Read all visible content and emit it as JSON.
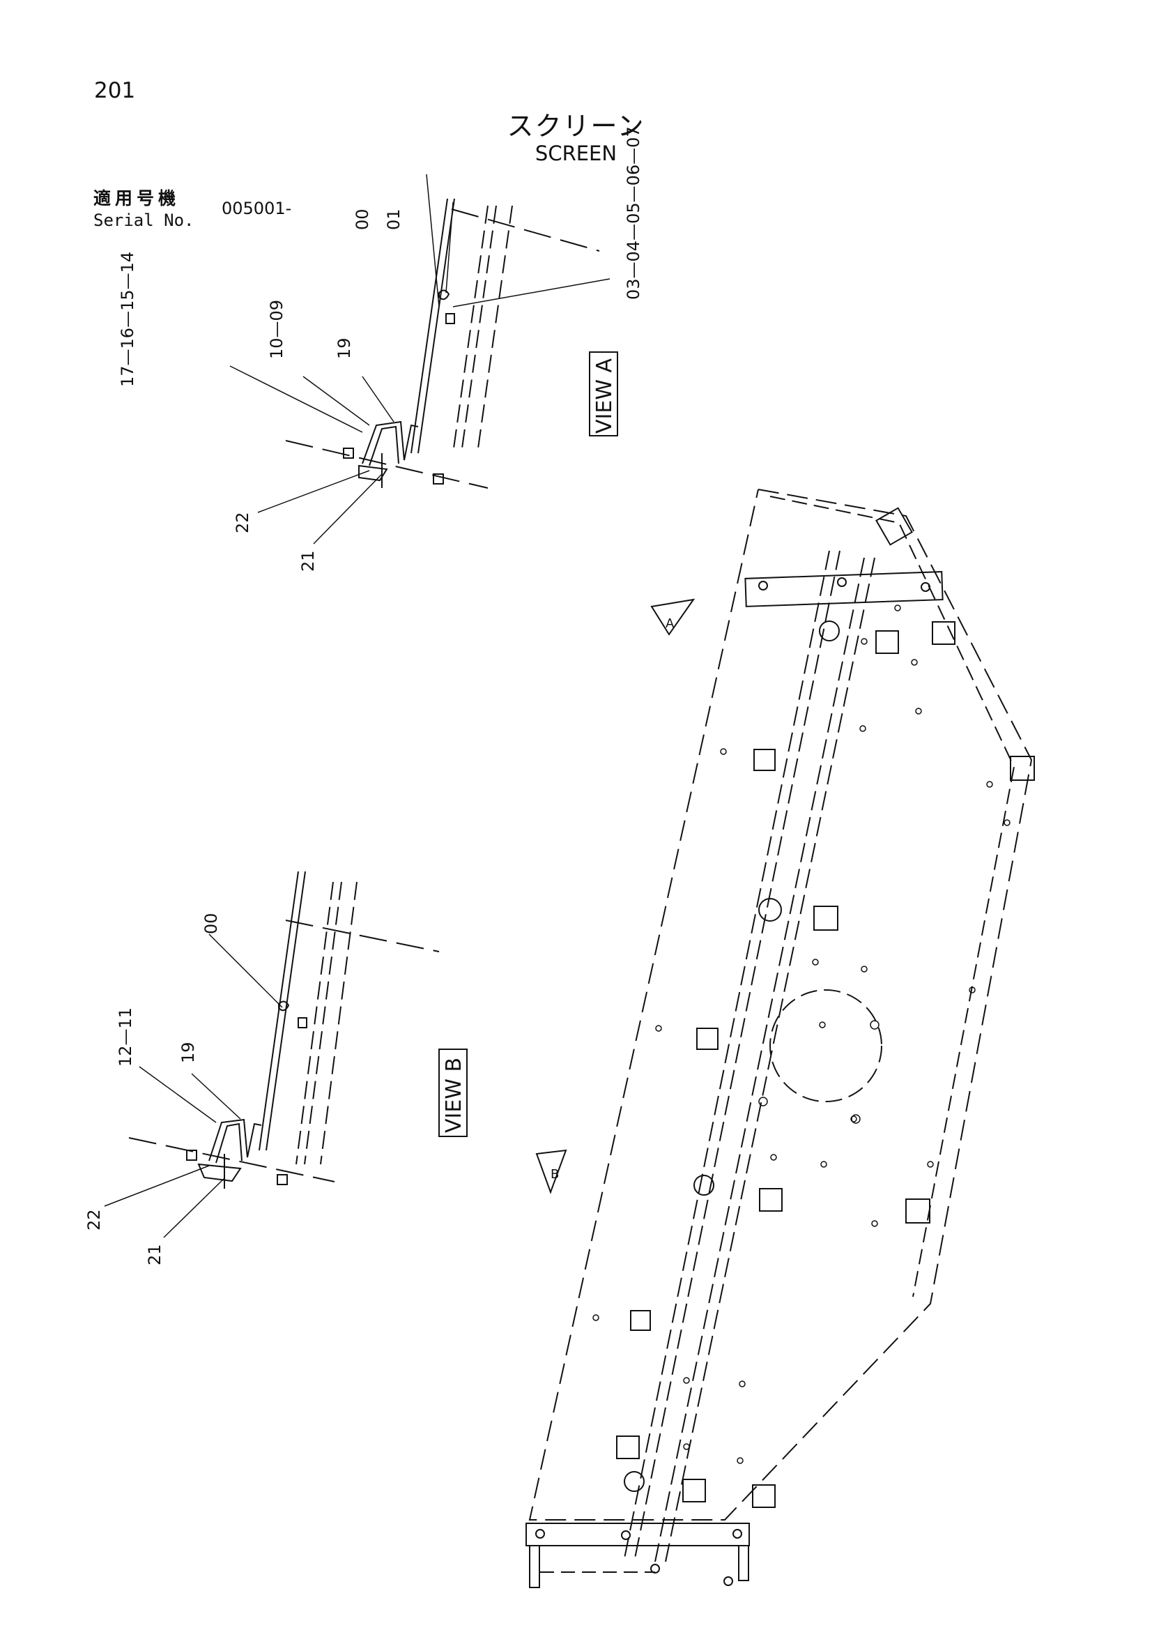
{
  "page": {
    "number": "201",
    "title_ja": "スクリーン",
    "title_en": "SCREEN",
    "serial_label_ja": "適用号機",
    "serial_label_en": "Serial No.",
    "serial_value": "005001-"
  },
  "view_a": {
    "label": "VIEW A",
    "callouts": {
      "c00": "00",
      "c01": "01",
      "c03_07": "03—04—05—06—07",
      "c17_14": "17—16—15—14",
      "c10_09": "10—09",
      "c19": "19",
      "c22": "22",
      "c21": "21"
    }
  },
  "view_b": {
    "label": "VIEW B",
    "callouts": {
      "c00": "00",
      "c12_11": "12—11",
      "c19": "19",
      "c22": "22",
      "c21": "21"
    }
  },
  "main_view": {
    "arrow_a_label": "A",
    "arrow_b_label": "B"
  }
}
